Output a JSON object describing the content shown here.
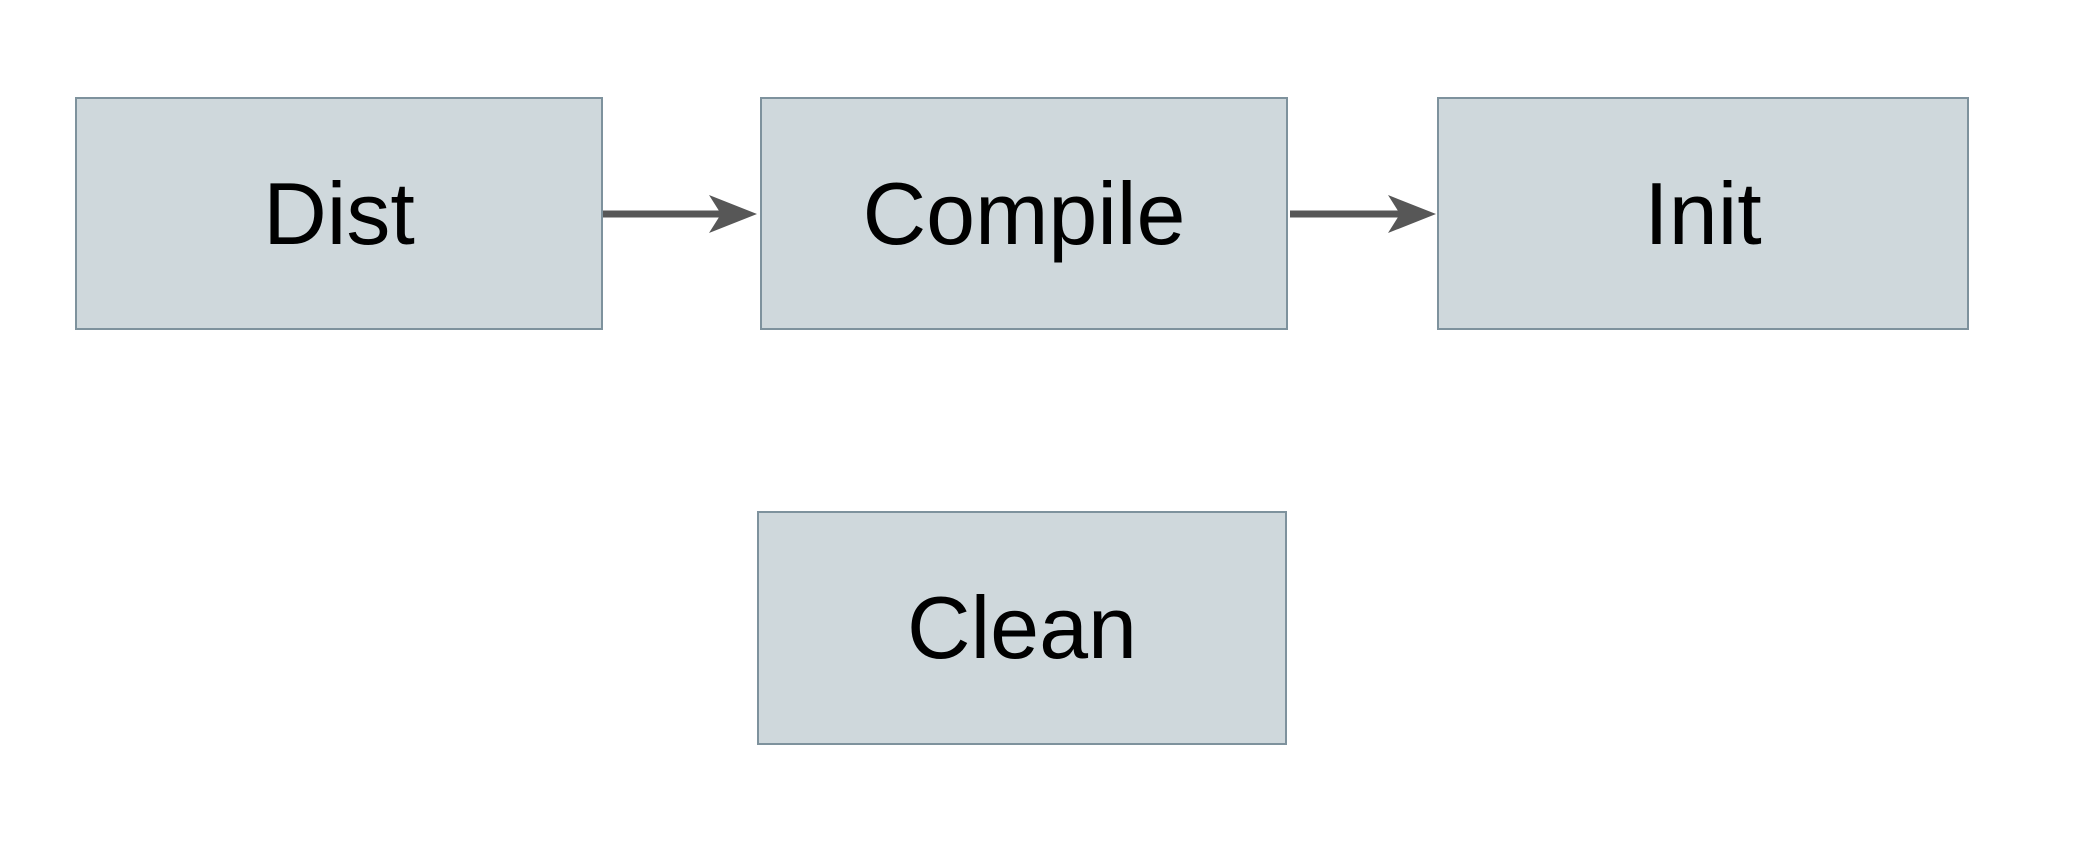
{
  "diagram": {
    "title": "build-tasks-flow",
    "colors": {
      "canvas_bg": "#ffffff",
      "node_fill": "#cfd8dc",
      "node_border": "#7e929d",
      "node_text": "#000000",
      "arrow_color": "#575757"
    },
    "nodes": [
      {
        "id": "dist",
        "label": "Dist"
      },
      {
        "id": "compile",
        "label": "Compile"
      },
      {
        "id": "init",
        "label": "Init"
      },
      {
        "id": "clean",
        "label": "Clean"
      }
    ],
    "edges": [
      {
        "from": "dist",
        "to": "compile",
        "direction": "right"
      },
      {
        "from": "compile",
        "to": "init",
        "direction": "right"
      }
    ]
  }
}
